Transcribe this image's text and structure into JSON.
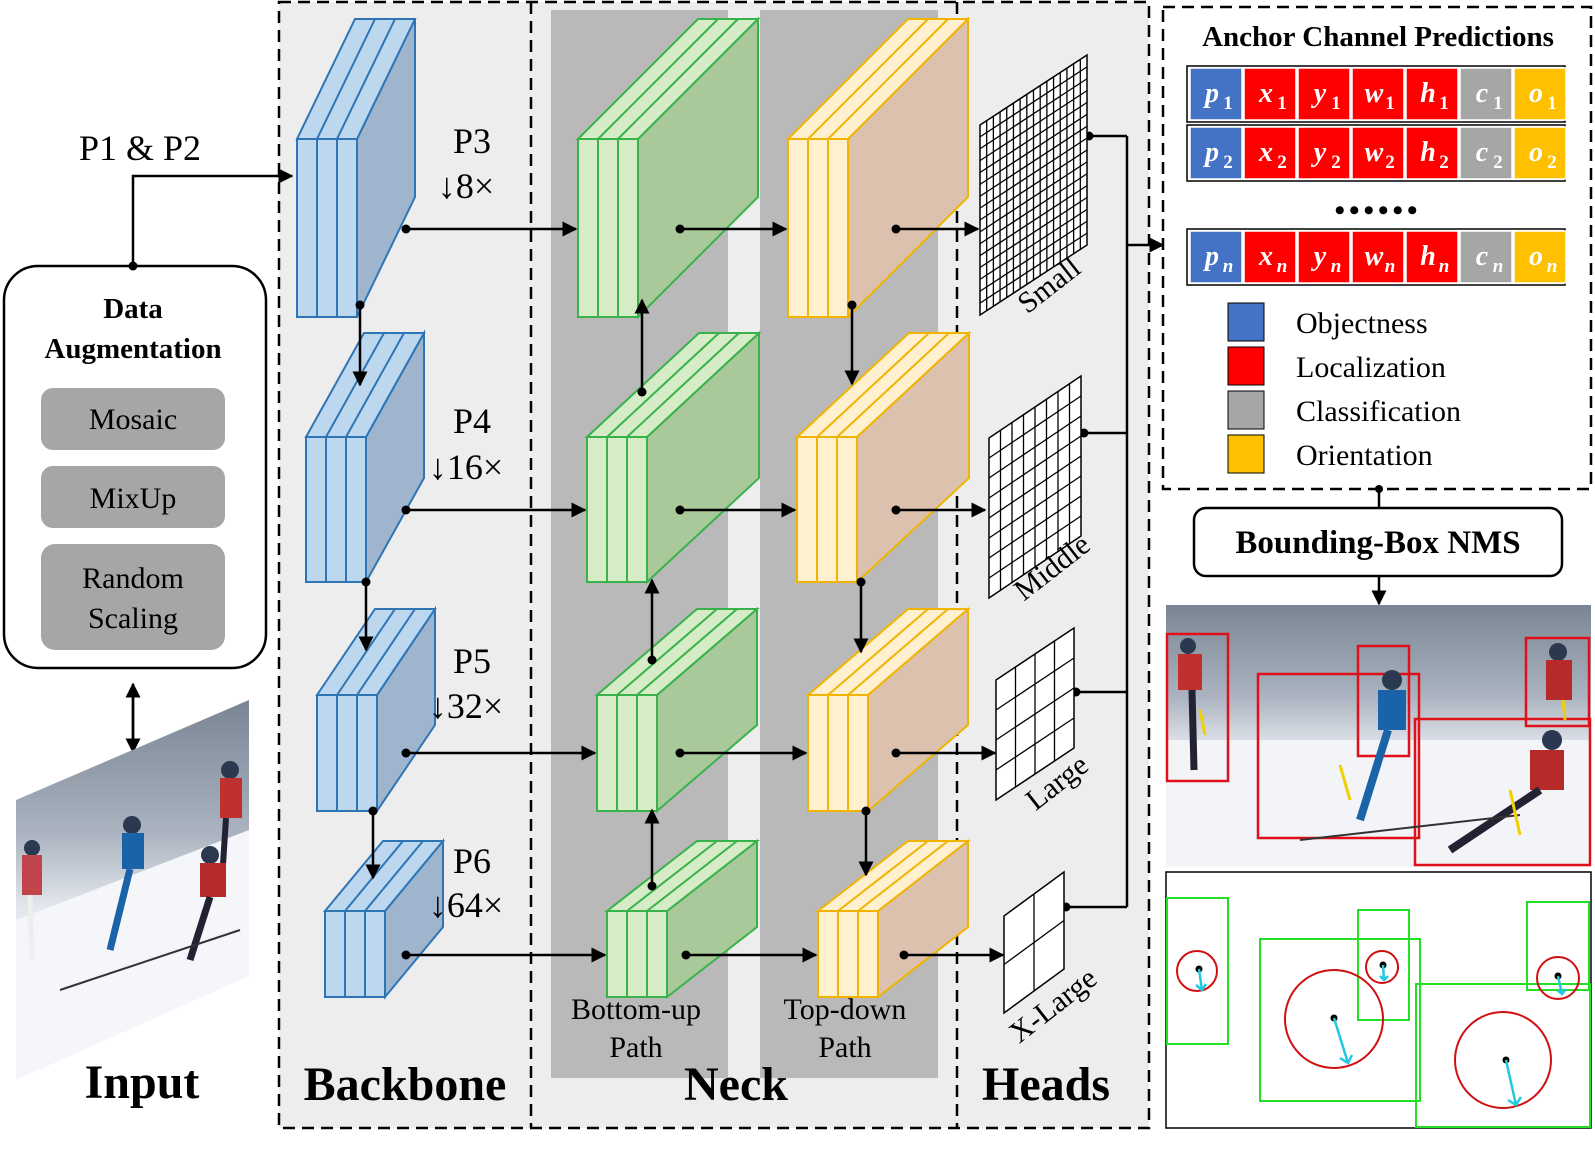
{
  "input": {
    "title": "Input",
    "pre_label": "P1 & P2",
    "augmentation": {
      "title_line1": "Data",
      "title_line2": "Augmentation",
      "items": [
        "Mosaic",
        "MixUp",
        "Random",
        "Scaling"
      ]
    }
  },
  "backbone": {
    "title": "Backbone",
    "levels": [
      {
        "name": "P3",
        "stride": "↓8×"
      },
      {
        "name": "P4",
        "stride": "↓16×"
      },
      {
        "name": "P5",
        "stride": "↓32×"
      },
      {
        "name": "P6",
        "stride": "↓64×"
      }
    ]
  },
  "neck": {
    "title": "Neck",
    "bottom_up": [
      "Bottom-up",
      "Path"
    ],
    "top_down": [
      "Top-down",
      "Path"
    ]
  },
  "heads": {
    "title": "Heads",
    "grids": [
      "Small",
      "Middle",
      "Large",
      "X-Large"
    ]
  },
  "predictions": {
    "title": "Anchor Channel Predictions",
    "rows": [
      [
        {
          "s": "p",
          "i": "1"
        },
        {
          "s": "x",
          "i": "1"
        },
        {
          "s": "y",
          "i": "1"
        },
        {
          "s": "w",
          "i": "1"
        },
        {
          "s": "h",
          "i": "1"
        },
        {
          "s": "c",
          "i": "1"
        },
        {
          "s": "o",
          "i": "1"
        }
      ],
      [
        {
          "s": "p",
          "i": "2"
        },
        {
          "s": "x",
          "i": "2"
        },
        {
          "s": "y",
          "i": "2"
        },
        {
          "s": "w",
          "i": "2"
        },
        {
          "s": "h",
          "i": "2"
        },
        {
          "s": "c",
          "i": "2"
        },
        {
          "s": "o",
          "i": "2"
        }
      ],
      [
        {
          "s": "p",
          "i": "n"
        },
        {
          "s": "x",
          "i": "n"
        },
        {
          "s": "y",
          "i": "n"
        },
        {
          "s": "w",
          "i": "n"
        },
        {
          "s": "h",
          "i": "n"
        },
        {
          "s": "c",
          "i": "n"
        },
        {
          "s": "o",
          "i": "n"
        }
      ]
    ],
    "ellipsis": "••••••",
    "legend": [
      {
        "label": "Objectness",
        "color": "#4472c4"
      },
      {
        "label": "Localization",
        "color": "#ff0000"
      },
      {
        "label": "Classification",
        "color": "#a6a6a6"
      },
      {
        "label": "Orientation",
        "color": "#ffc000"
      }
    ]
  },
  "nms": {
    "label": "Bounding-Box NMS"
  },
  "colors": {
    "blue_face": "#bdd7ee",
    "blue_side": "#9fb5cd",
    "blue_line": "#2e75b6",
    "green_face": "#d6ecc6",
    "green_side": "#a9c99a",
    "green_line": "#38b24a",
    "yellow_face": "#fff0d0",
    "yellow_side": "#dcc2ae",
    "yellow_line": "#f0b400",
    "panel_bg": "#ededed",
    "path_bg": "#b9b9b9"
  }
}
